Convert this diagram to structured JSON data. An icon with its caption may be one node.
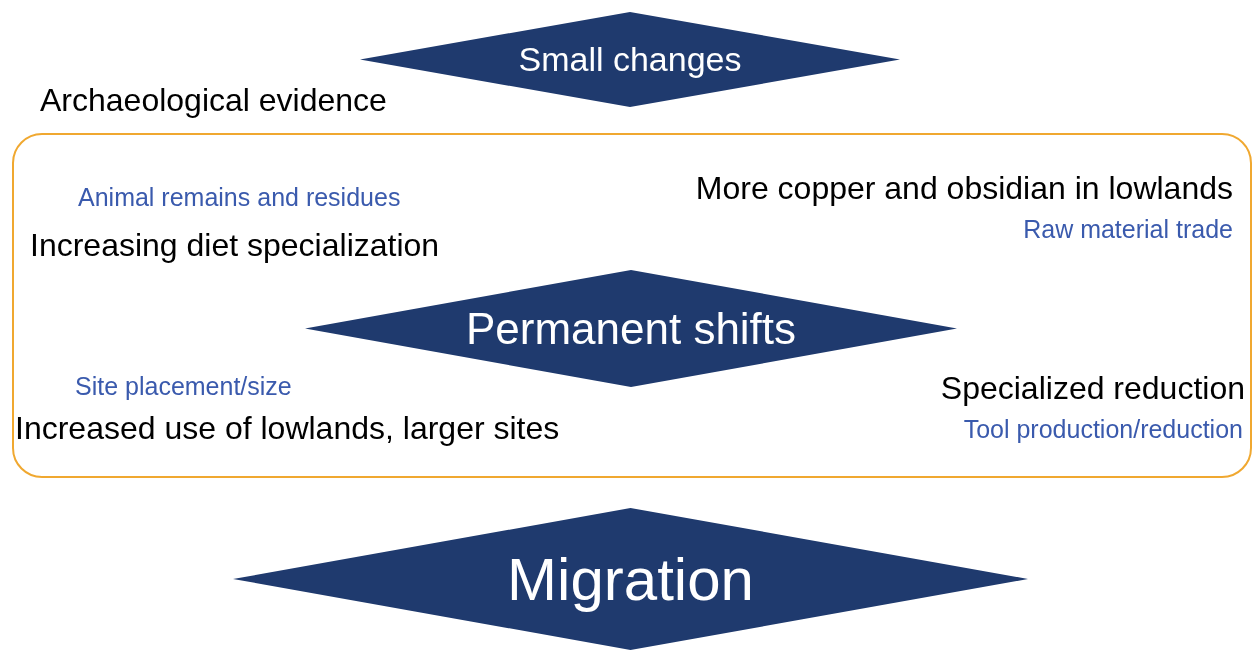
{
  "diagram": {
    "nodes": [
      {
        "text": [
          "Small changes"
        ]
      },
      {
        "text": [
          "Archaeological evidence",
          "Animal remains and residues",
          "Increasing diet specialization",
          "More copper and obsidian in lowlands",
          "Raw material trade",
          "Site placement/size",
          "Increased use of lowlands, larger sites",
          "Specialized reduction",
          "Tool production/reduction"
        ]
      },
      {
        "text": [
          "Permanent shifts"
        ],
        "in": 1
      },
      {
        "text": [
          "Migration"
        ]
      }
    ]
  }
}
